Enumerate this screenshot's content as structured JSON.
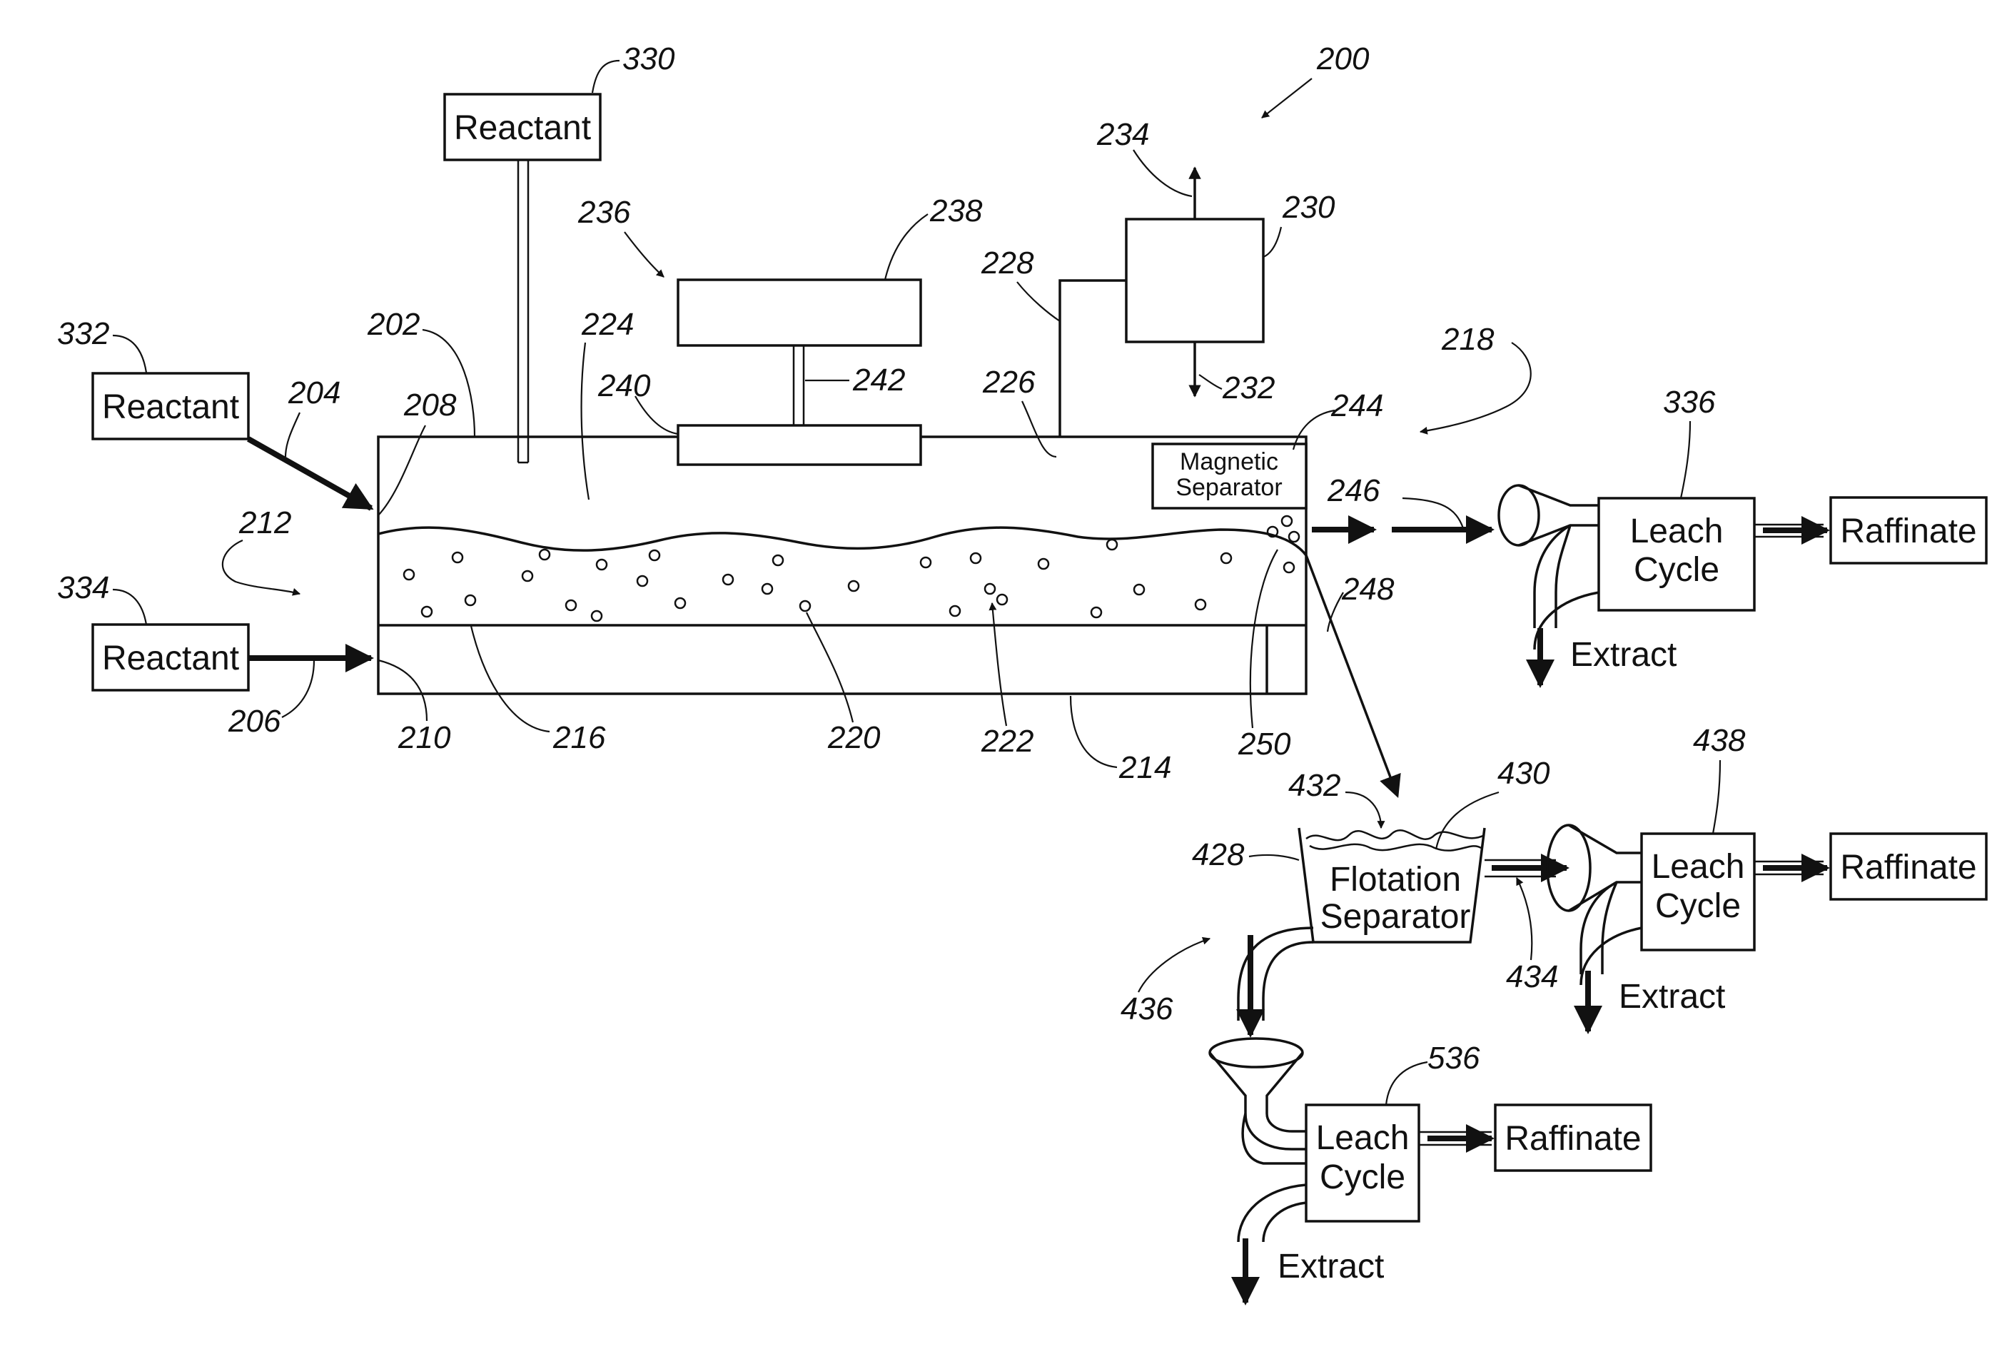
{
  "diagram": {
    "figure_number": "200",
    "reactant_top": {
      "label": "Reactant",
      "ref": "330"
    },
    "reactant_upper_left": {
      "label": "Reactant",
      "ref": "332"
    },
    "reactant_lower_left": {
      "label": "Reactant",
      "ref": "334"
    },
    "magnetic_separator": {
      "line1": "Magnetic",
      "line2": "Separator",
      "ref": "244"
    },
    "flotation_separator": {
      "line1": "Flotation",
      "line2": "Separator",
      "ref": "428"
    },
    "leach_cycle_1": {
      "line1": "Leach",
      "line2": "Cycle",
      "ref": "336"
    },
    "leach_cycle_2": {
      "line1": "Leach",
      "line2": "Cycle",
      "ref": "438"
    },
    "leach_cycle_3": {
      "line1": "Leach",
      "line2": "Cycle",
      "ref": "536"
    },
    "raffinate_1": "Raffinate",
    "raffinate_2": "Raffinate",
    "raffinate_3": "Raffinate",
    "extract_1": "Extract",
    "extract_2": "Extract",
    "extract_3": "Extract",
    "refs": {
      "r202": "202",
      "r204": "204",
      "r206": "206",
      "r208": "208",
      "r210": "210",
      "r212": "212",
      "r214": "214",
      "r216": "216",
      "r218": "218",
      "r220": "220",
      "r222": "222",
      "r224": "224",
      "r226": "226",
      "r228": "228",
      "r230": "230",
      "r232": "232",
      "r234": "234",
      "r236": "236",
      "r238": "238",
      "r240": "240",
      "r242": "242",
      "r246": "246",
      "r248": "248",
      "r250": "250",
      "r430": "430",
      "r432": "432",
      "r434": "434",
      "r436": "436"
    }
  }
}
